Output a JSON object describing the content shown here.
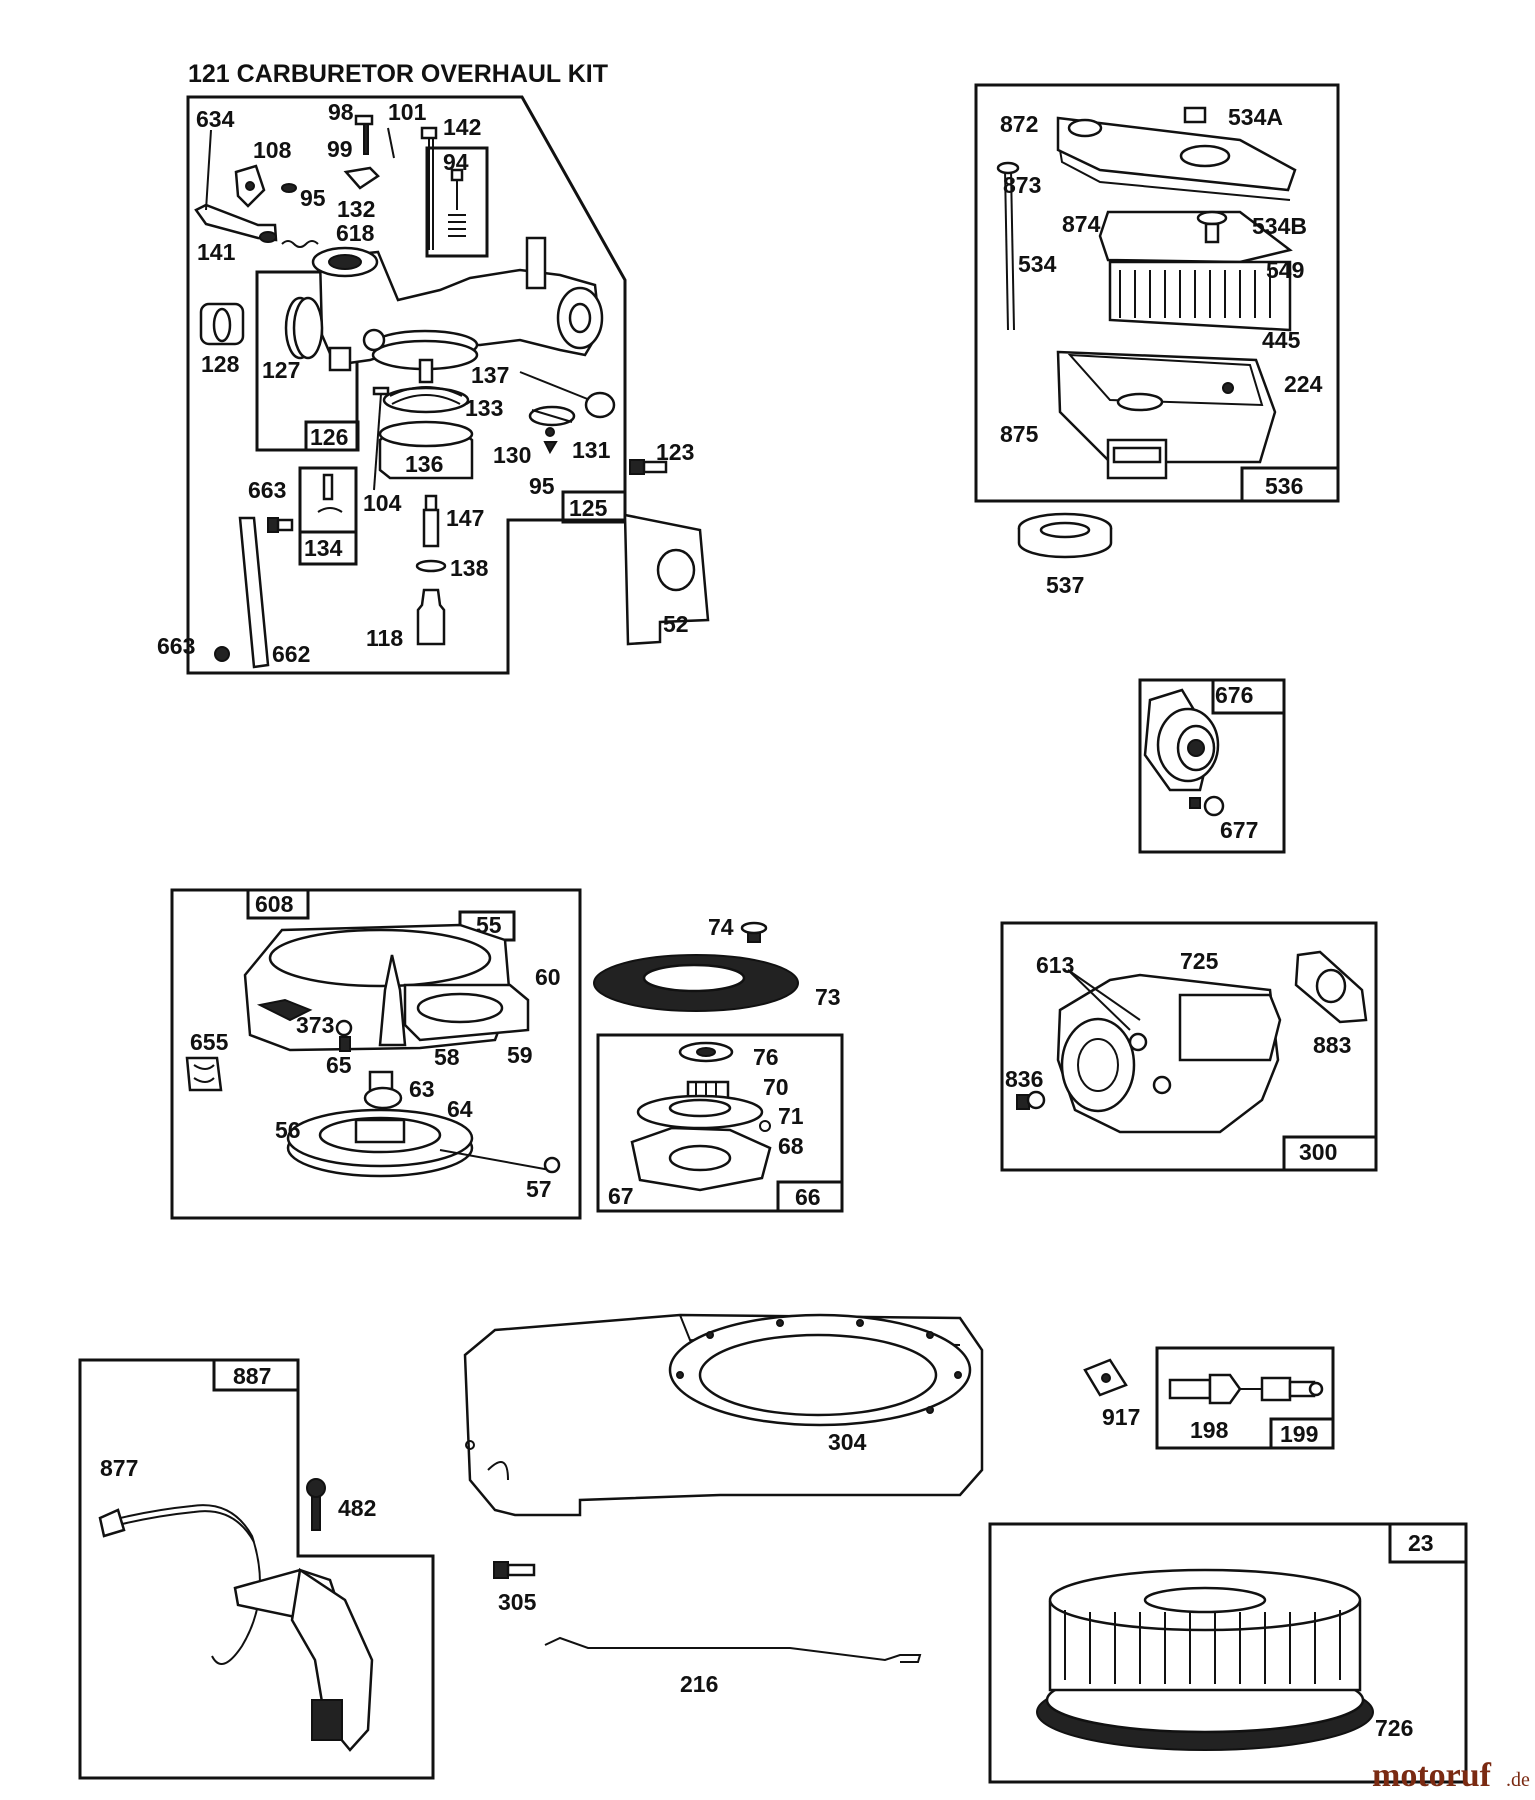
{
  "title": "121 CARBURETOR OVERHAUL KIT",
  "watermark": {
    "brand": "motoruf",
    "tld": ".de"
  },
  "carburetor_group": {
    "labels": [
      "634",
      "98",
      "101",
      "142",
      "108",
      "99",
      "94",
      "95",
      "132",
      "141",
      "618",
      "128",
      "127",
      "126",
      "137",
      "133",
      "130",
      "131",
      "123",
      "136",
      "95",
      "125",
      "663",
      "134",
      "104",
      "147",
      "138",
      "118",
      "52",
      "663",
      "662"
    ]
  },
  "air_cleaner_group": {
    "labels": [
      "872",
      "534A",
      "873",
      "874",
      "534B",
      "534",
      "549",
      "445",
      "224",
      "875",
      "536",
      "537"
    ]
  },
  "choke_group": {
    "labels": [
      "676",
      "677"
    ]
  },
  "starter_group": {
    "labels": [
      "608",
      "55",
      "60",
      "655",
      "373",
      "65",
      "58",
      "59",
      "63",
      "64",
      "56",
      "57"
    ]
  },
  "pawl_group": {
    "labels": [
      "74",
      "73",
      "76",
      "70",
      "71",
      "68",
      "67",
      "66"
    ]
  },
  "cylinder_shield_group": {
    "labels": [
      "613",
      "725",
      "883",
      "836",
      "300"
    ]
  },
  "ignition_group": {
    "labels": [
      "887",
      "877",
      "482"
    ]
  },
  "blower_housing_group": {
    "labels": [
      "304",
      "305",
      "216"
    ]
  },
  "misc_group": {
    "labels": [
      "917",
      "198",
      "199"
    ]
  },
  "flywheel_group": {
    "labels": [
      "23",
      "726"
    ]
  }
}
